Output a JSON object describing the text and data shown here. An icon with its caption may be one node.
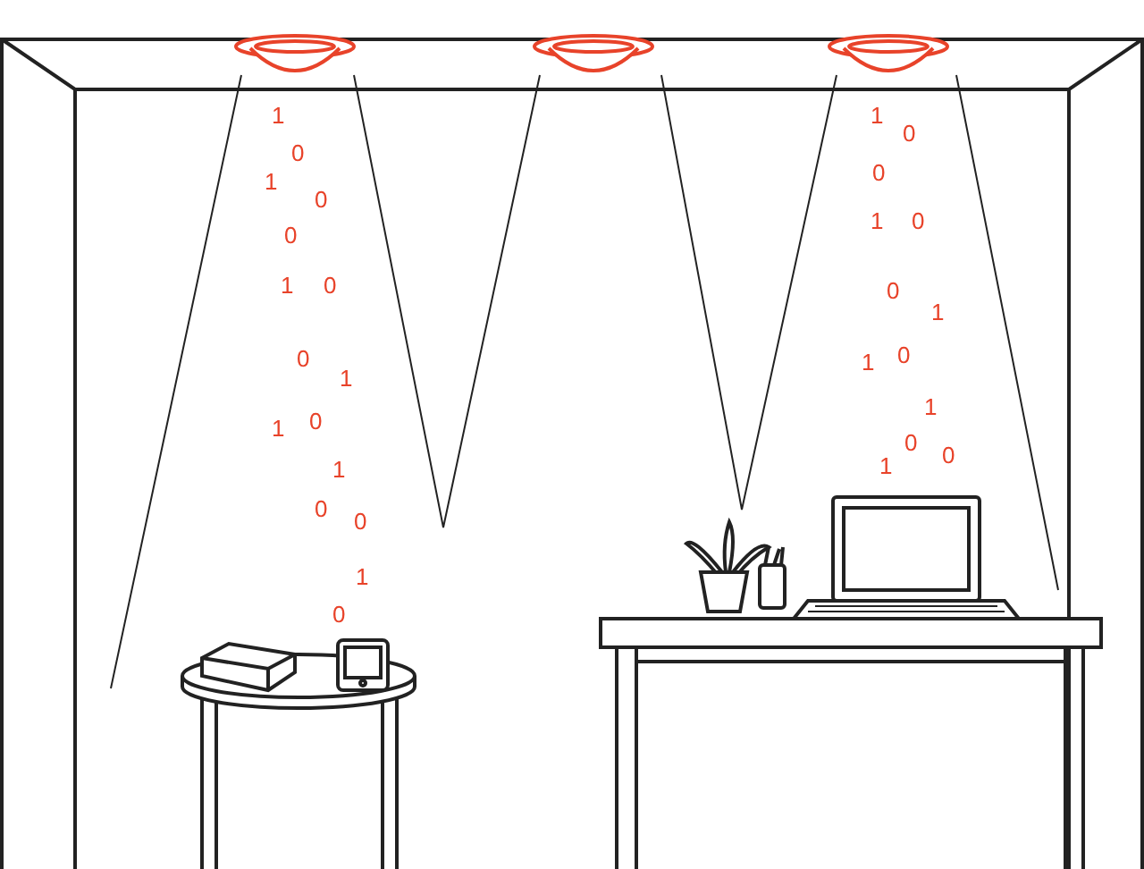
{
  "diagram": {
    "labels": [
      "1",
      "0",
      "1",
      "0",
      "0",
      "1",
      "0",
      "0",
      "1",
      "1",
      "0",
      "1",
      "0",
      "0",
      "1",
      "0",
      "1",
      "0",
      "0",
      "1",
      "0",
      "0",
      "1",
      "1",
      "0",
      "1",
      "0",
      "1",
      "0"
    ]
  }
}
